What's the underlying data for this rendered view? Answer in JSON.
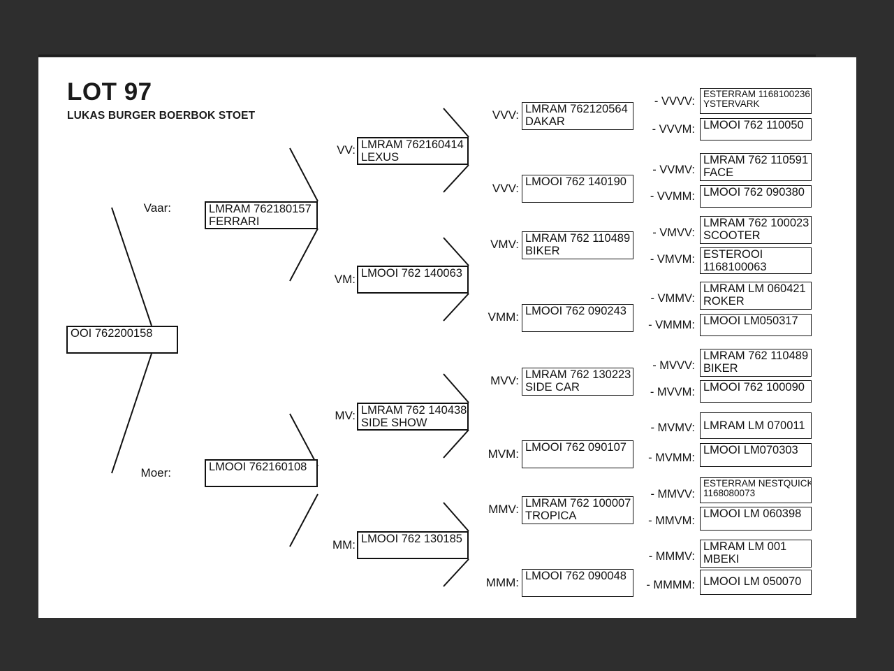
{
  "header": {
    "lot_title": "LOT 97",
    "stud_name": "LUKAS BURGER BOERBOK STOET"
  },
  "pedigree": {
    "subject": {
      "label": "",
      "lines": [
        "OOI 762200158"
      ]
    },
    "gen1": [
      {
        "label": "Vaar:",
        "lines": [
          "LMRAM 762180157",
          "FERRARI"
        ]
      },
      {
        "label": "Moer:",
        "lines": [
          "LMOOI 762160108"
        ]
      }
    ],
    "gen2": [
      {
        "label": "VV:",
        "lines": [
          "LMRAM 762160414",
          "LEXUS"
        ]
      },
      {
        "label": "VM:",
        "lines": [
          "LMOOI 762 140063"
        ]
      },
      {
        "label": "MV:",
        "lines": [
          "LMRAM 762 140438",
          "SIDE SHOW"
        ]
      },
      {
        "label": "MM:",
        "lines": [
          "LMOOI 762 130185"
        ]
      }
    ],
    "gen3": [
      {
        "label": "VVV:",
        "lines": [
          "LMRAM 762120564",
          "DAKAR"
        ]
      },
      {
        "label": "VVV:",
        "lines": [
          "LMOOI 762 140190"
        ]
      },
      {
        "label": "VMV:",
        "lines": [
          "LMRAM 762 110489",
          "BIKER"
        ]
      },
      {
        "label": "VMM:",
        "lines": [
          "LMOOI 762 090243"
        ]
      },
      {
        "label": "MVV:",
        "lines": [
          "LMRAM 762 130223",
          "SIDE CAR"
        ]
      },
      {
        "label": "MVM:",
        "lines": [
          "LMOOI 762 090107"
        ]
      },
      {
        "label": "MMV:",
        "lines": [
          "LMRAM 762 100007",
          "TROPICA"
        ]
      },
      {
        "label": "MMM:",
        "lines": [
          "LMOOI 762 090048"
        ]
      }
    ],
    "gen4": [
      {
        "label": "- VVVV:",
        "lines": [
          "ESTERRAM 1168100236",
          "YSTERVARK"
        ],
        "small": true
      },
      {
        "label": "- VVVM:",
        "lines": [
          "LMOOI 762 110050"
        ],
        "small": false
      },
      {
        "label": "- VVMV:",
        "lines": [
          "LMRAM 762 110591",
          "FACE"
        ],
        "small": false
      },
      {
        "label": "- VVMM:",
        "lines": [
          "LMOOI 762 090380"
        ],
        "small": false
      },
      {
        "label": "- VMVV:",
        "lines": [
          "LMRAM 762 100023",
          "SCOOTER"
        ],
        "small": false
      },
      {
        "label": "- VMVM:",
        "lines": [
          "ESTEROOI",
          "1168100063"
        ],
        "small": false
      },
      {
        "label": "- VMMV:",
        "lines": [
          "LMRAM LM 060421",
          "ROKER"
        ],
        "small": false
      },
      {
        "label": "- VMMM:",
        "lines": [
          "LMOOI LM050317"
        ],
        "small": false
      },
      {
        "label": "- MVVV:",
        "lines": [
          "LMRAM 762 110489",
          "BIKER"
        ],
        "small": false
      },
      {
        "label": "- MVVM:",
        "lines": [
          "LMOOI 762 100090"
        ],
        "small": false
      },
      {
        "label": "- MVMV:",
        "lines": [
          "LMRAM LM 070011"
        ],
        "small": false
      },
      {
        "label": "- MVMM:",
        "lines": [
          "LMOOI LM070303"
        ],
        "small": false
      },
      {
        "label": "- MMVV:",
        "lines": [
          "ESTERRAM NESTQUICK",
          "1168080073"
        ],
        "small": true
      },
      {
        "label": "- MMVM:",
        "lines": [
          "LMOOI LM 060398"
        ],
        "small": false
      },
      {
        "label": "- MMMV:",
        "lines": [
          "LMRAM LM 001",
          "MBEKI"
        ],
        "small": false
      },
      {
        "label": "- MMMM:",
        "lines": [
          "LMOOI LM 050070"
        ],
        "small": false
      }
    ]
  },
  "colors": {
    "page_background": "#2e2e2e",
    "sheet": "#ffffff",
    "ink": "#111111"
  }
}
